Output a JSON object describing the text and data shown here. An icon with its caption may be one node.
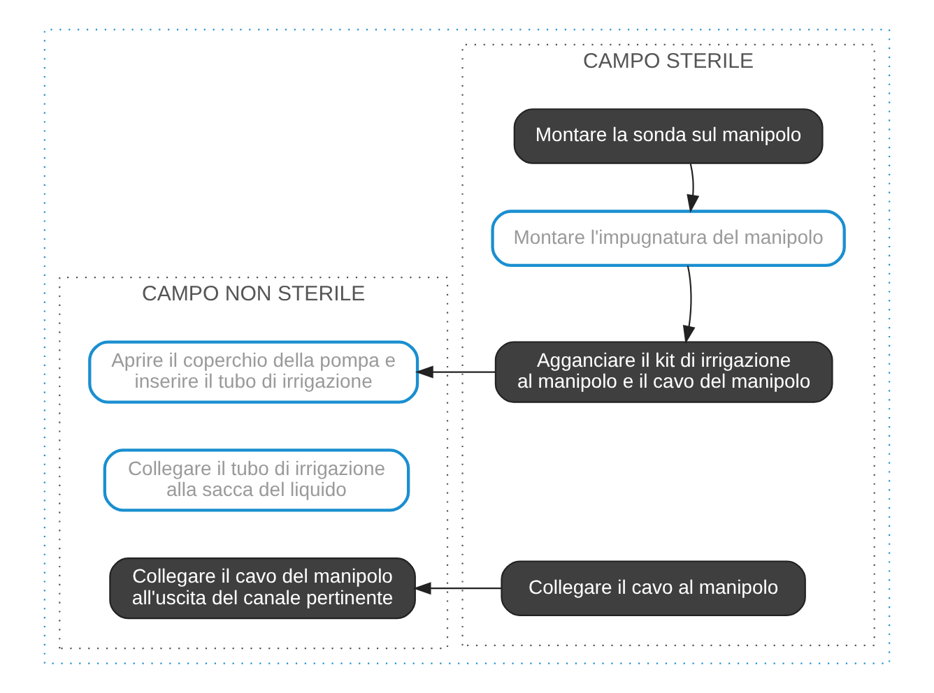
{
  "diagram": {
    "nodes": [
      {
        "text": [],
        "shape": "box"
      },
      {
        "text": [
          "CAMPO NON STERILE"
        ],
        "in": 0
      },
      {
        "text": [
          "CAMPO STERILE"
        ],
        "in": 0
      },
      {
        "text": [
          "Montare la sonda sul manipolo"
        ],
        "in": 2
      },
      {
        "text": [
          "Montare l'impugnatura del manipolo"
        ],
        "in": 2
      },
      {
        "text": [
          "Agganciare il kit di irrigazione al manipolo e il cavo del manipolo"
        ],
        "in": 2
      },
      {
        "text": [
          "Aprire il coperchio della pompa e inserire il tubo di irrigazione"
        ],
        "in": 1
      },
      {
        "text": [
          "Collegare il tubo di irrigazione alla sacca del liquido"
        ],
        "in": 1
      },
      {
        "text": [
          "Collegare il cavo del manipolo all'uscita del canale pertinente"
        ],
        "in": 1
      },
      {
        "text": [
          "Collegare il cavo al manipolo"
        ],
        "in": 2
      }
    ],
    "edges": [
      {
        "from": 3,
        "to": 4,
        "arrow": "to"
      },
      {
        "from": 4,
        "to": 5,
        "arrow": "to"
      },
      {
        "from": 5,
        "to": 6,
        "arrow": "to"
      },
      {
        "from": 9,
        "to": 8,
        "arrow": "to"
      }
    ]
  }
}
